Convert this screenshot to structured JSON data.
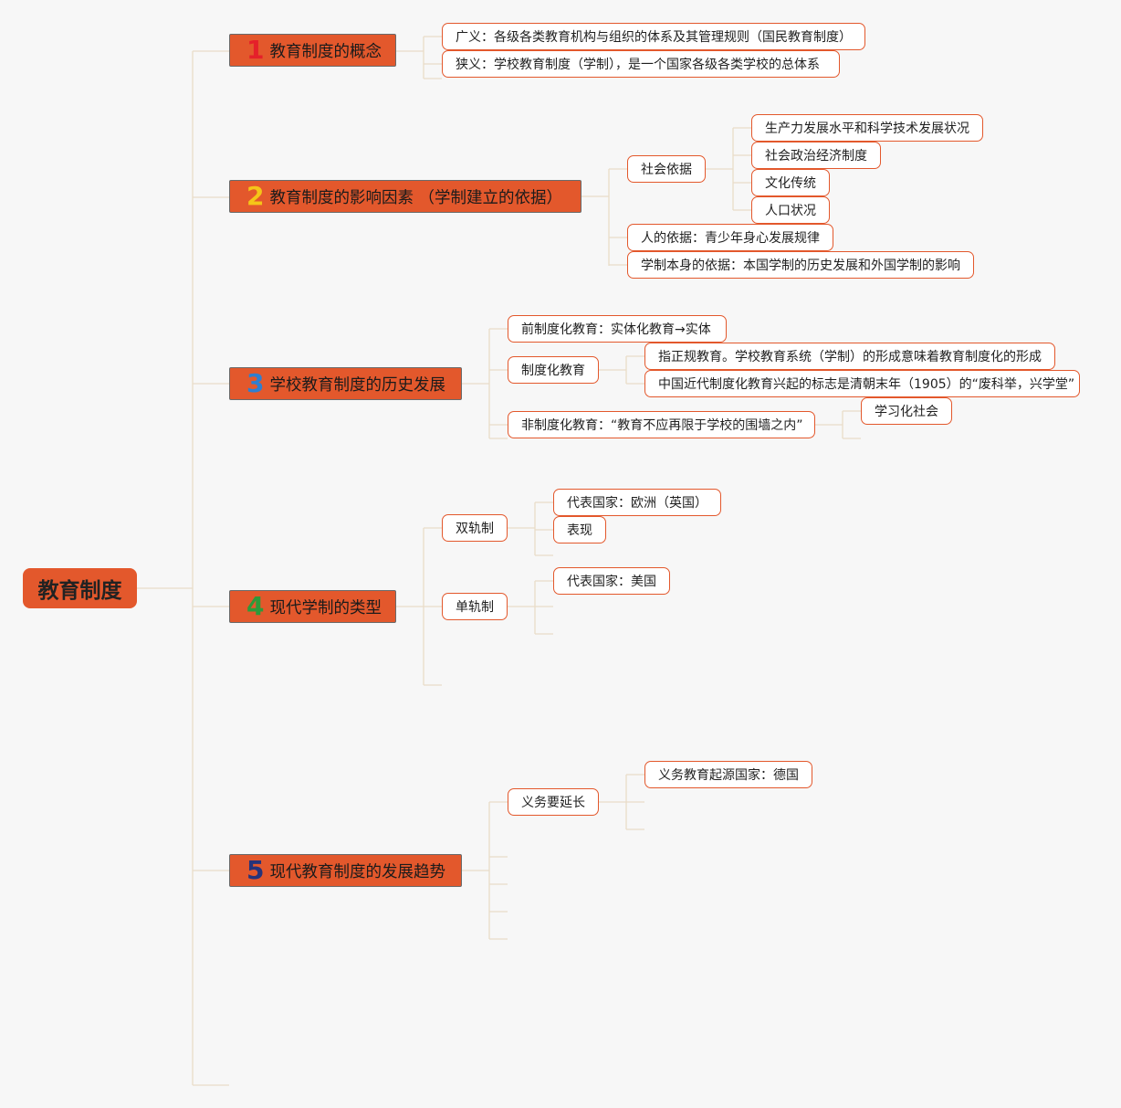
{
  "root": {
    "label": "教育制度"
  },
  "sections": [
    {
      "num": "1",
      "num_color": "#e5202a",
      "label": "教育制度的概念"
    },
    {
      "num": "2",
      "num_color": "#f5c518",
      "label": "教育制度的影响因素 （学制建立的依据）"
    },
    {
      "num": "3",
      "num_color": "#2f7fd0",
      "label": "学校教育制度的历史发展"
    },
    {
      "num": "4",
      "num_color": "#2e9a3a",
      "label": "现代学制的类型"
    },
    {
      "num": "5",
      "num_color": "#26337a",
      "label": "现代教育制度的发展趋势"
    }
  ],
  "s1": {
    "broad": "广义：各级各类教育机构与组织的体系及其管理规则（国民教育制度）",
    "narrow": "狭义：学校教育制度（学制），是一个国家各级各类学校的总体系"
  },
  "s2": {
    "social": "社会依据",
    "social_items": [
      "生产力发展水平和科学技术发展状况",
      "社会政治经济制度",
      "文化传统",
      "人口状况"
    ],
    "human": "人的依据：青少年身心发展规律",
    "self": "学制本身的依据：本国学制的历史发展和外国学制的影响"
  },
  "s3": {
    "pre": "前制度化教育：实体化教育→实体",
    "inst": "制度化教育",
    "inst_items": [
      "指正规教育。学校教育系统（学制）的形成意味着教育制度化的形成",
      "中国近代制度化教育兴起的标志是清朝末年（1905）的“废科举，兴学堂”"
    ],
    "non": "非制度化教育：“教育不应再限于学校的围墙之内”",
    "non_items": [
      "学习化社会"
    ]
  },
  "s4": {
    "dual": "双轨制",
    "dual_items": [
      "代表国家：欧洲（英国）",
      "表现"
    ],
    "single": "单轨制",
    "single_items": [
      "代表国家：美国"
    ]
  },
  "s5": {
    "compulsory": "义务要延长",
    "compulsory_items": [
      "义务教育起源国家：德国"
    ]
  },
  "colors": {
    "accent": "#e3582c",
    "connector": "#e9dcc8",
    "background": "#f7f7f7"
  }
}
